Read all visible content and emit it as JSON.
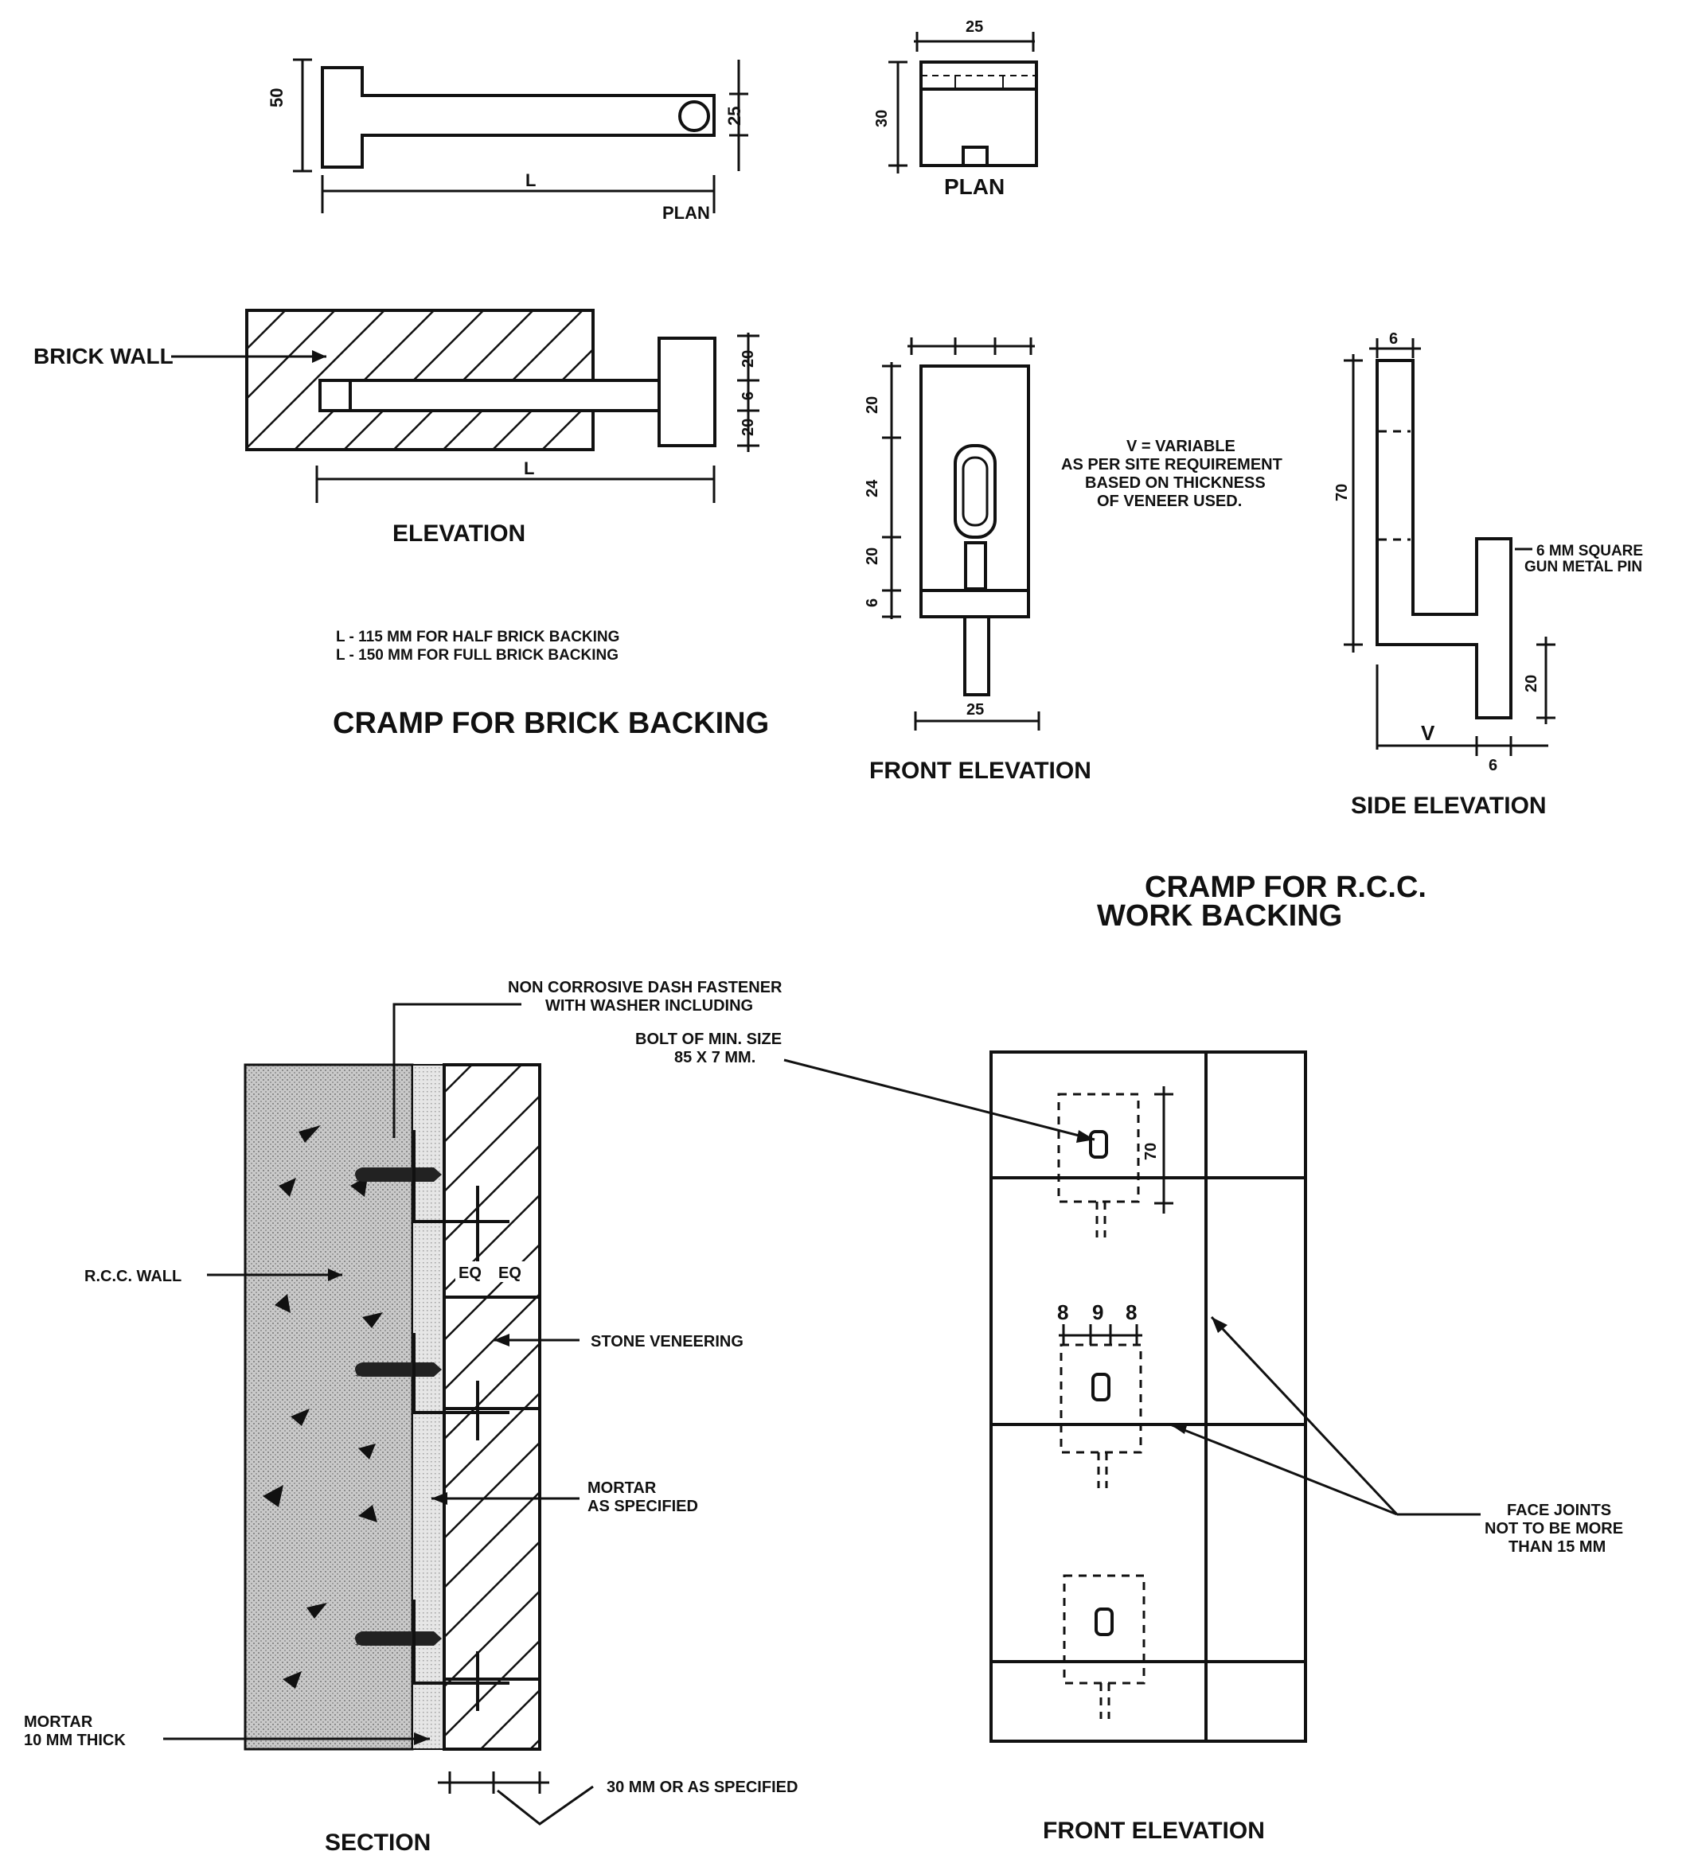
{
  "brick_cramp": {
    "plan": {
      "dim_width": "50",
      "dim_end": "25",
      "dim_length": "L",
      "label": "PLAN"
    },
    "elevation": {
      "brick_wall_label": "BRICK WALL",
      "dim_top": "20",
      "dim_mid": "6",
      "dim_bottom": "20",
      "dim_length": "L",
      "label": "ELEVATION"
    },
    "notes": [
      "L - 115 MM FOR HALF BRICK BACKING",
      "L - 150 MM FOR FULL BRICK BACKING"
    ],
    "title": "CRAMP FOR BRICK BACKING"
  },
  "rcc_cramp": {
    "plan": {
      "dim_width": "25",
      "dim_height": "30",
      "label": "PLAN"
    },
    "front_elevation": {
      "dims": [
        "20",
        "24",
        "20",
        "6"
      ],
      "dim_width": "25",
      "label": "FRONT ELEVATION"
    },
    "variable_note": [
      "V = VARIABLE",
      "AS PER SITE REQUIREMENT",
      "BASED ON THICKNESS",
      "OF VENEER USED."
    ],
    "side_elevation": {
      "dim_top": "6",
      "dim_height": "70",
      "dim_pin": "20",
      "dim_v": "V",
      "dim_pin_width": "6",
      "pin_note": [
        "6 MM SQUARE",
        "GUN METAL PIN"
      ],
      "label": "SIDE ELEVATION"
    },
    "title": [
      "CRAMP FOR R.C.C.",
      "WORK BACKING"
    ]
  },
  "section": {
    "fastener_note": [
      "NON CORROSIVE DASH FASTENER",
      "WITH WASHER INCLUDING"
    ],
    "rcc_wall_label": "R.C.C. WALL",
    "eq_labels": [
      "EQ",
      "EQ"
    ],
    "stone_label": "STONE VENEERING",
    "mortar_label": [
      "MORTAR",
      "AS SPECIFIED"
    ],
    "mortar_thick_label": [
      "MORTAR",
      "10 MM THICK"
    ],
    "gap_label": "30 MM OR AS SPECIFIED",
    "label": "SECTION"
  },
  "front_elevation_bottom": {
    "bolt_note": [
      "BOLT OF MIN. SIZE",
      "85 X 7 MM."
    ],
    "dim_70": "70",
    "dims_top": [
      "8",
      "9",
      "8"
    ],
    "face_joint_note": [
      "FACE JOINTS",
      "NOT TO BE MORE",
      "THAN 15 MM"
    ],
    "label": "FRONT ELEVATION"
  }
}
